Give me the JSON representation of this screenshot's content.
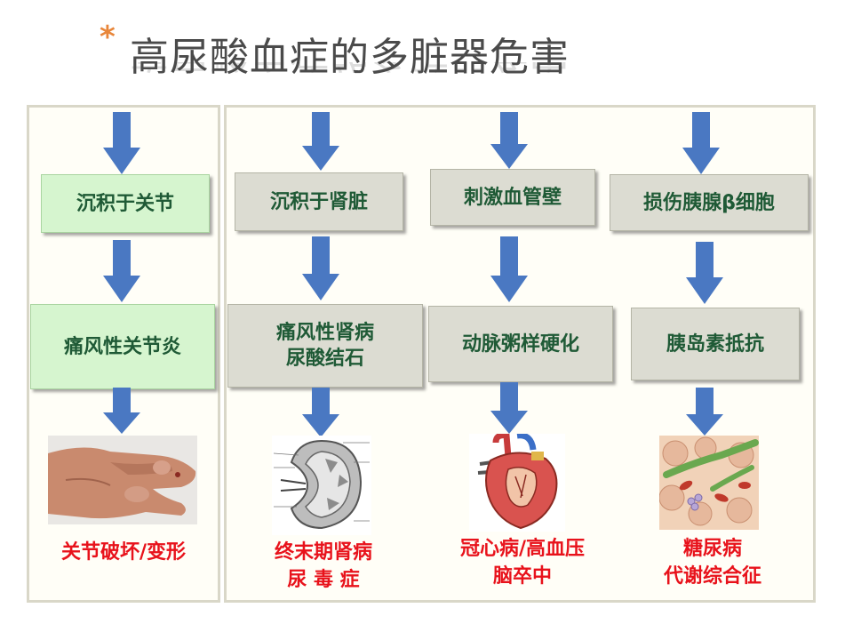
{
  "title": "高尿酸血症的多脏器危害",
  "colors": {
    "title_accent": "#e8863a",
    "arrow": "#4a78c2",
    "box_green": "#d6f5cf",
    "box_grey": "#dcdcd2",
    "box_text": "#1f5a36",
    "result_text": "#e8121b"
  },
  "columns": [
    {
      "cause": "沉积于关节",
      "disease": "痛风性关节炎",
      "result": "关节破坏/变形",
      "image": "deformed-hand-photo"
    },
    {
      "cause": "沉积于肾脏",
      "disease_line1": "痛风性肾病",
      "disease_line2": "尿酸结石",
      "result_line1": "终末期肾病",
      "result_line2": "尿 毒 症",
      "image": "kidney-cross-section-illustration"
    },
    {
      "cause": "刺激血管壁",
      "disease": "动脉粥样硬化",
      "result_line1": "冠心病/高血压",
      "result_line2": "脑卒中",
      "image": "heart-anatomy-illustration"
    },
    {
      "cause": "损伤胰腺β细胞",
      "disease": "胰岛素抵抗",
      "result_line1": "糖尿病",
      "result_line2": "代谢综合征",
      "image": "pancreas-tissue-illustration"
    }
  ]
}
